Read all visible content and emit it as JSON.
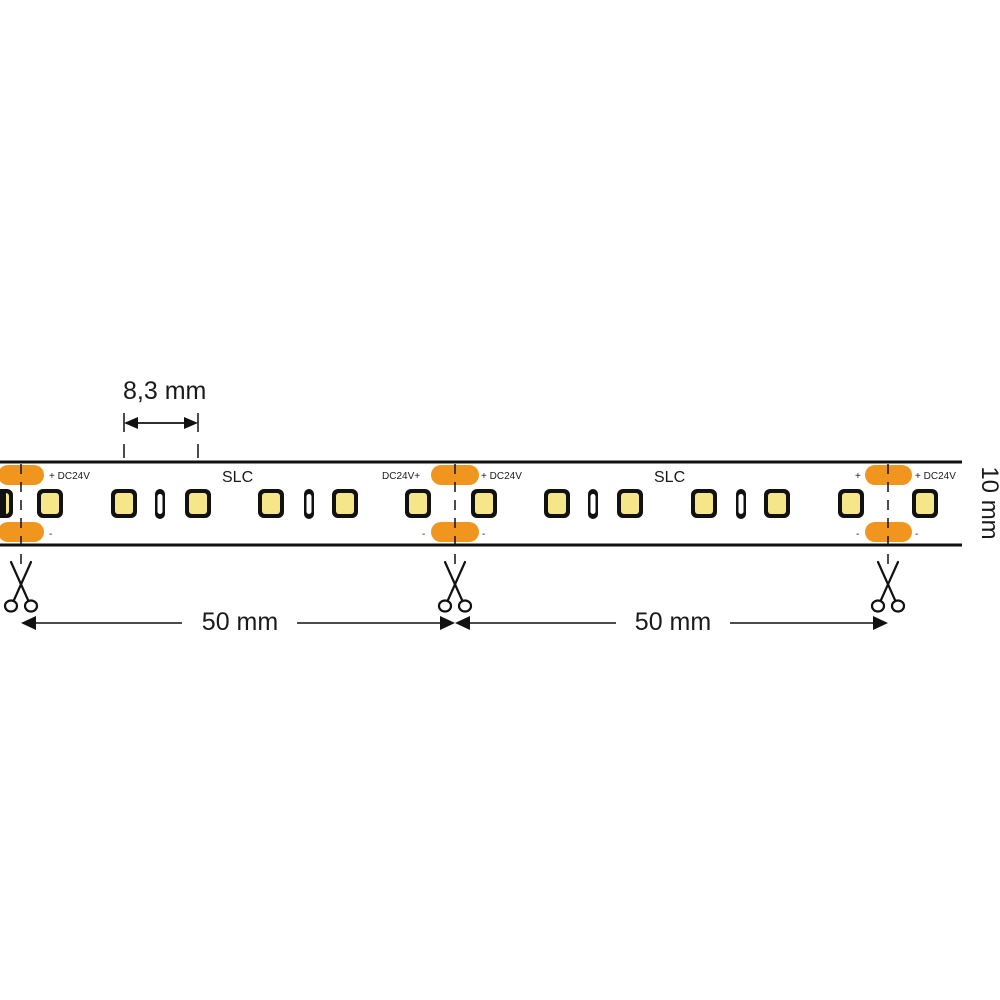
{
  "diagram": {
    "led_pitch_label": "8,3 mm",
    "cut_pitch_label": "50 mm",
    "strip_width_label": "10 mm",
    "brand_label": "SLC",
    "voltage_label": "DC24V",
    "plus_symbol": "+",
    "minus_symbol": "-",
    "icons": {
      "cut_marker": "scissors-icon"
    },
    "colors": {
      "strip_outline": "#111111",
      "pad": "#f0961e",
      "led_outer": "#111111",
      "led_inner": "#f6e68a",
      "resistor": "#111111"
    }
  }
}
